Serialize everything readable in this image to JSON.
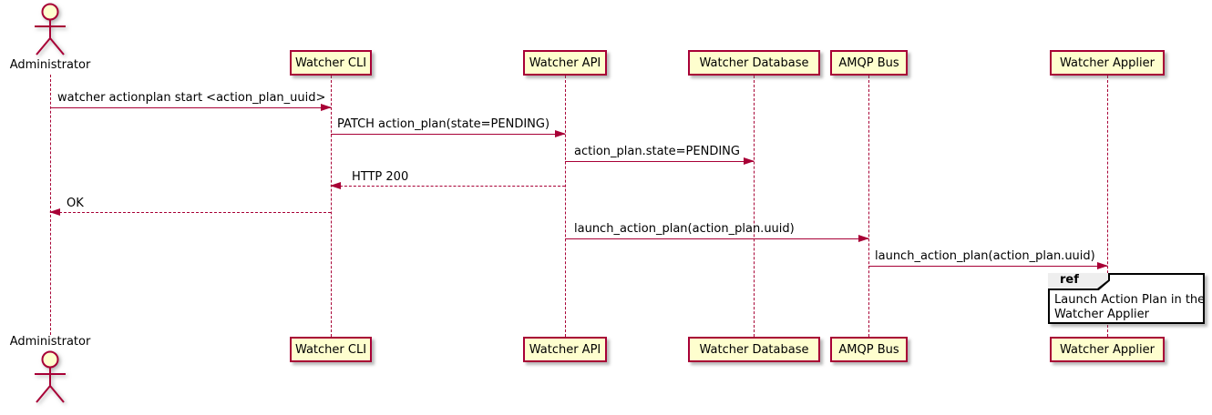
{
  "diagram": {
    "type": "uml-sequence-diagram",
    "actor": {
      "name": "Administrator"
    },
    "participants": [
      {
        "name": "Watcher CLI"
      },
      {
        "name": "Watcher API"
      },
      {
        "name": "Watcher Database"
      },
      {
        "name": "AMQP Bus"
      },
      {
        "name": "Watcher Applier"
      }
    ],
    "messages": [
      {
        "from": "Administrator",
        "to": "Watcher CLI",
        "style": "solid",
        "text": "watcher actionplan start <action_plan_uuid>"
      },
      {
        "from": "Watcher CLI",
        "to": "Watcher API",
        "style": "solid",
        "text": "PATCH action_plan(state=PENDING)"
      },
      {
        "from": "Watcher API",
        "to": "Watcher Database",
        "style": "solid",
        "text": "action_plan.state=PENDING"
      },
      {
        "from": "Watcher API",
        "to": "Watcher CLI",
        "style": "dashed",
        "text": "HTTP 200"
      },
      {
        "from": "Watcher CLI",
        "to": "Administrator",
        "style": "dashed",
        "text": "OK"
      },
      {
        "from": "Watcher API",
        "to": "AMQP Bus",
        "style": "solid",
        "text": "launch_action_plan(action_plan.uuid)"
      },
      {
        "from": "AMQP Bus",
        "to": "Watcher Applier",
        "style": "solid",
        "text": "launch_action_plan(action_plan.uuid)"
      }
    ],
    "ref": {
      "keyword": "ref",
      "line1": "Launch Action Plan in the",
      "line2": "Watcher Applier"
    },
    "colors": {
      "line_and_border": "#A80036",
      "participant_fill": "#FEFECE",
      "text": "#000000",
      "ref_border": "#000000",
      "ref_tab_fill": "#EEEEEE",
      "background": "#FFFFFF"
    }
  }
}
